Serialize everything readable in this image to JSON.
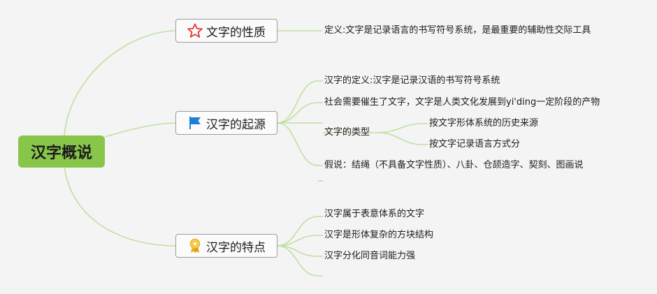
{
  "root": {
    "label": "汉字概说"
  },
  "branches": [
    {
      "label": "文字的性质",
      "icon": "star-icon",
      "items": [
        {
          "text": "定义:文字是记录语言的书写符号系统，是最重要的辅助性交际工具"
        }
      ]
    },
    {
      "label": "汉字的起源",
      "icon": "blue-flag-icon",
      "items": [
        {
          "text": "汉字的定义:汉字是记录汉语的书写符号系统"
        },
        {
          "text": "社会需要催生了文字，文字是人类文化发展到yi'ding一定阶段的产物"
        },
        {
          "text": "文字的类型",
          "children": [
            "按文字形体系统的历史来源",
            "按文字记录语言方式分"
          ]
        },
        {
          "text": "假说：结绳（不具备文字性质）、八卦、仓颉造字、契刻、图画说"
        }
      ]
    },
    {
      "label": "汉字的特点",
      "icon": "award-ribbon-icon",
      "items": [
        {
          "text": "汉字属于表意体系的文字"
        },
        {
          "text": "汉字是形体复杂的方块结构"
        },
        {
          "text": "汉字分化同音词能力强"
        }
      ]
    }
  ],
  "colors": {
    "background": "#f4f4f4",
    "root_fill": "#88c64a",
    "connector": "#bfe0a0",
    "star": "#e23b3b",
    "flag": "#1f7fd6",
    "award": "#e8b322"
  }
}
